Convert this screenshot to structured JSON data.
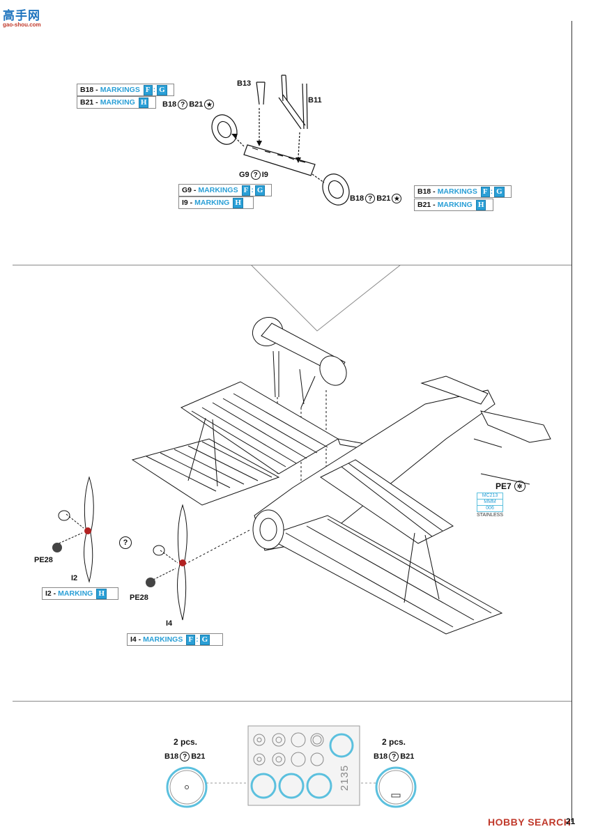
{
  "header": {
    "logo_text": "高手网",
    "logo_url_text": "gao-shou.com"
  },
  "step_top": {
    "parts": {
      "b13": "B13",
      "b11": "B11"
    },
    "option_b18_b21": {
      "a": "B18",
      "b": "B21"
    },
    "option_g9_i9": {
      "a": "G9",
      "b": "I9"
    },
    "markings_left": [
      {
        "part": "B18 -",
        "word": "MARKINGS",
        "tags": [
          "F",
          "G"
        ]
      },
      {
        "part": "B21 -",
        "word": "MARKING",
        "tags": [
          "H"
        ]
      }
    ],
    "markings_mid": [
      {
        "part": "G9 -",
        "word": "MARKINGS",
        "tags": [
          "F",
          "G"
        ]
      },
      {
        "part": "I9 -",
        "word": "MARKING",
        "tags": [
          "H"
        ]
      }
    ],
    "markings_right": [
      {
        "part": "B18 -",
        "word": "MARKINGS",
        "tags": [
          "F",
          "G"
        ]
      },
      {
        "part": "B21 -",
        "word": "MARKING",
        "tags": [
          "H"
        ]
      }
    ]
  },
  "step_main": {
    "pe7": "PE7",
    "material_tag": {
      "line1": "MC213",
      "line2": "MMM",
      "line3": "006",
      "line4": "STAINLESS"
    },
    "prop_left": {
      "pe": "PE28",
      "part": "I2",
      "marking": {
        "part": "I2 -",
        "word": "MARKING",
        "tags": [
          "H"
        ]
      }
    },
    "prop_right": {
      "pe": "PE28",
      "part": "I4",
      "marking": {
        "part": "I4 -",
        "word": "MARKINGS",
        "tags": [
          "F",
          "G"
        ]
      }
    },
    "question_symbol": "?"
  },
  "step_masks": {
    "left": {
      "qty": "2 pcs.",
      "a": "B18",
      "b": "B21"
    },
    "right": {
      "qty": "2 pcs.",
      "a": "B18",
      "b": "B21"
    },
    "mask_sheet_number": "2135"
  },
  "footer": {
    "watermark": "HOBBY SEARCH",
    "page_number": "21"
  },
  "colors": {
    "accent_blue": "#2a9fd6",
    "line": "#111111",
    "mask_teal": "#5bc0de"
  }
}
